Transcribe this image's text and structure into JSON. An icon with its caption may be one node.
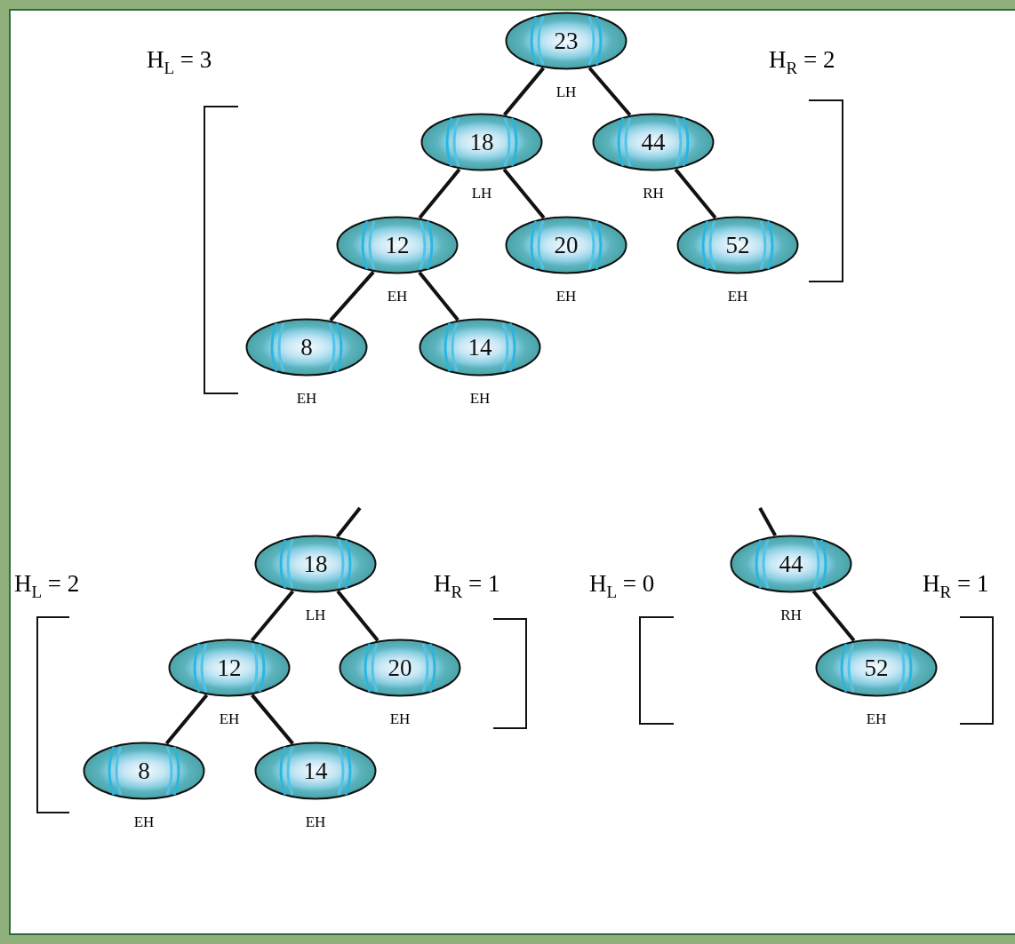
{
  "diagram": {
    "nodes": [
      {
        "text": [
          "23"
        ],
        "beside": [
          "LH"
        ]
      },
      {
        "text": [
          "18"
        ],
        "beside": [
          "LH"
        ]
      },
      {
        "text": [
          "44"
        ],
        "beside": [
          "RH"
        ]
      },
      {
        "text": [
          "12"
        ],
        "beside": [
          "EH"
        ]
      },
      {
        "text": [
          "20"
        ],
        "beside": [
          "EH"
        ]
      },
      {
        "text": [
          "52"
        ],
        "beside": [
          "EH"
        ]
      },
      {
        "text": [
          "8"
        ],
        "beside": [
          "EH"
        ]
      },
      {
        "text": [
          "14"
        ],
        "beside": [
          "EH"
        ]
      },
      {
        "text": [
          "18"
        ],
        "beside": [
          "LH"
        ]
      },
      {
        "text": [
          "12"
        ],
        "beside": [
          "EH"
        ]
      },
      {
        "text": [
          "20"
        ],
        "beside": [
          "EH"
        ]
      },
      {
        "text": [
          "8"
        ],
        "beside": [
          "EH"
        ]
      },
      {
        "text": [
          "14"
        ],
        "beside": [
          "EH"
        ]
      },
      {
        "text": [
          "44"
        ],
        "beside": [
          "RH"
        ]
      },
      {
        "text": [
          "52"
        ],
        "beside": [
          "EH"
        ]
      }
    ],
    "edges": [
      {
        "from": 0,
        "to": 1,
        "arrow": "none"
      },
      {
        "from": 0,
        "to": 2,
        "arrow": "none"
      },
      {
        "from": 1,
        "to": 3,
        "arrow": "none"
      },
      {
        "from": 1,
        "to": 4,
        "arrow": "none"
      },
      {
        "from": 2,
        "to": 5,
        "arrow": "none"
      },
      {
        "from": 3,
        "to": 6,
        "arrow": "none"
      },
      {
        "from": 3,
        "to": 7,
        "arrow": "none"
      },
      {
        "from": null,
        "to": 8,
        "arrow": "none"
      },
      {
        "from": 8,
        "to": 9,
        "arrow": "none"
      },
      {
        "from": 8,
        "to": 10,
        "arrow": "none"
      },
      {
        "from": 9,
        "to": 11,
        "arrow": "none"
      },
      {
        "from": 9,
        "to": 12,
        "arrow": "none"
      },
      {
        "from": null,
        "to": 13,
        "arrow": "none"
      },
      {
        "from": 13,
        "to": 14,
        "arrow": "none"
      }
    ],
    "labels": [
      "H$_{L}$ = 3",
      "H$_{R}$ = 2",
      "H$_{L}$ = 2",
      "H$_{R}$ = 1",
      "H$_{L}$ = 0",
      "H$_{R}$ = 1"
    ]
  }
}
